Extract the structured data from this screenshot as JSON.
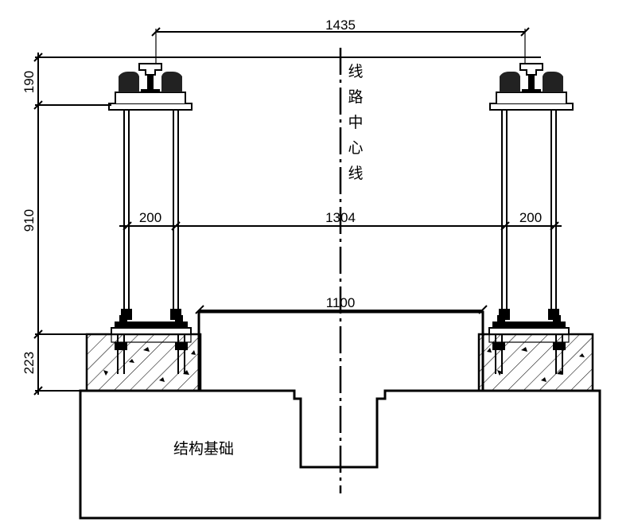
{
  "dimensions": {
    "gauge": "1435",
    "rail_height": "190",
    "column_height": "910",
    "plinth_height": "223",
    "column_width_left": "200",
    "column_spacing": "1304",
    "column_width_right": "200",
    "channel_width": "1100"
  },
  "labels": {
    "centerline": [
      "线",
      "路",
      "中",
      "心",
      "线"
    ],
    "foundation": "结构基础"
  }
}
